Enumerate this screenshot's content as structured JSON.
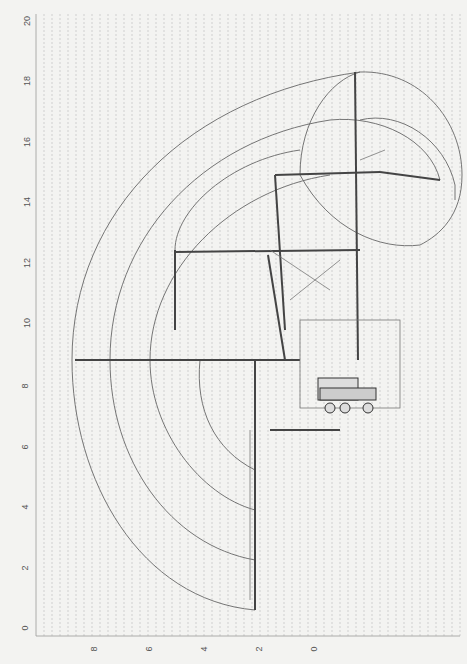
{
  "diagram": {
    "labels": [
      "20",
      "18",
      "16",
      "14",
      "12",
      "10",
      "8",
      "6",
      "4",
      "2",
      "0",
      "8",
      "6",
      "4",
      "2",
      "0"
    ]
  }
}
